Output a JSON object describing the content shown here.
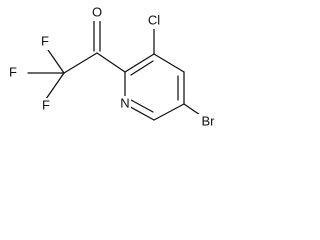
{
  "molecule": {
    "atoms": {
      "oxygen": "O",
      "chlorine": "Cl",
      "nitrogen": "N",
      "bromine": "Br",
      "fluorine_top": "F",
      "fluorine_left": "F",
      "fluorine_bottom": "F"
    }
  }
}
